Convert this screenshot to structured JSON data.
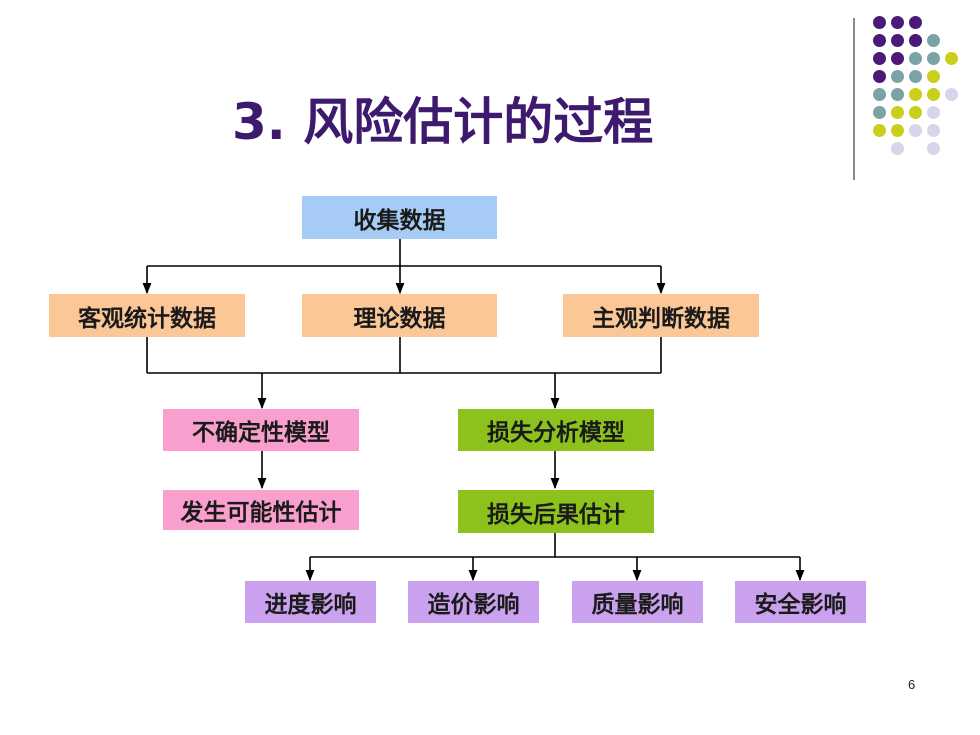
{
  "title": "3. 风险估计的过程",
  "page_number": "6",
  "colors": {
    "title": "#3d1a6e",
    "blue_box": "#a6ccf5",
    "orange_box": "#fbc797",
    "pink_box": "#f99fce",
    "green_box": "#8cc21b",
    "lavender_box": "#c9a1ee",
    "dot_purple": "#4b1a78",
    "dot_teal": "#7aa3a5",
    "dot_yellow": "#c9cf1c",
    "dot_lavender": "#d5d6ea"
  },
  "nodes": {
    "collect": "收集数据",
    "objective": "客观统计数据",
    "theory": "理论数据",
    "subjective": "主观判断数据",
    "uncertainty": "不确定性模型",
    "loss_model": "损失分析模型",
    "probability": "发生可能性估计",
    "consequence": "损失后果估计",
    "schedule": "进度影响",
    "cost": "造价影响",
    "quality": "质量影响",
    "safety": "安全影响"
  }
}
